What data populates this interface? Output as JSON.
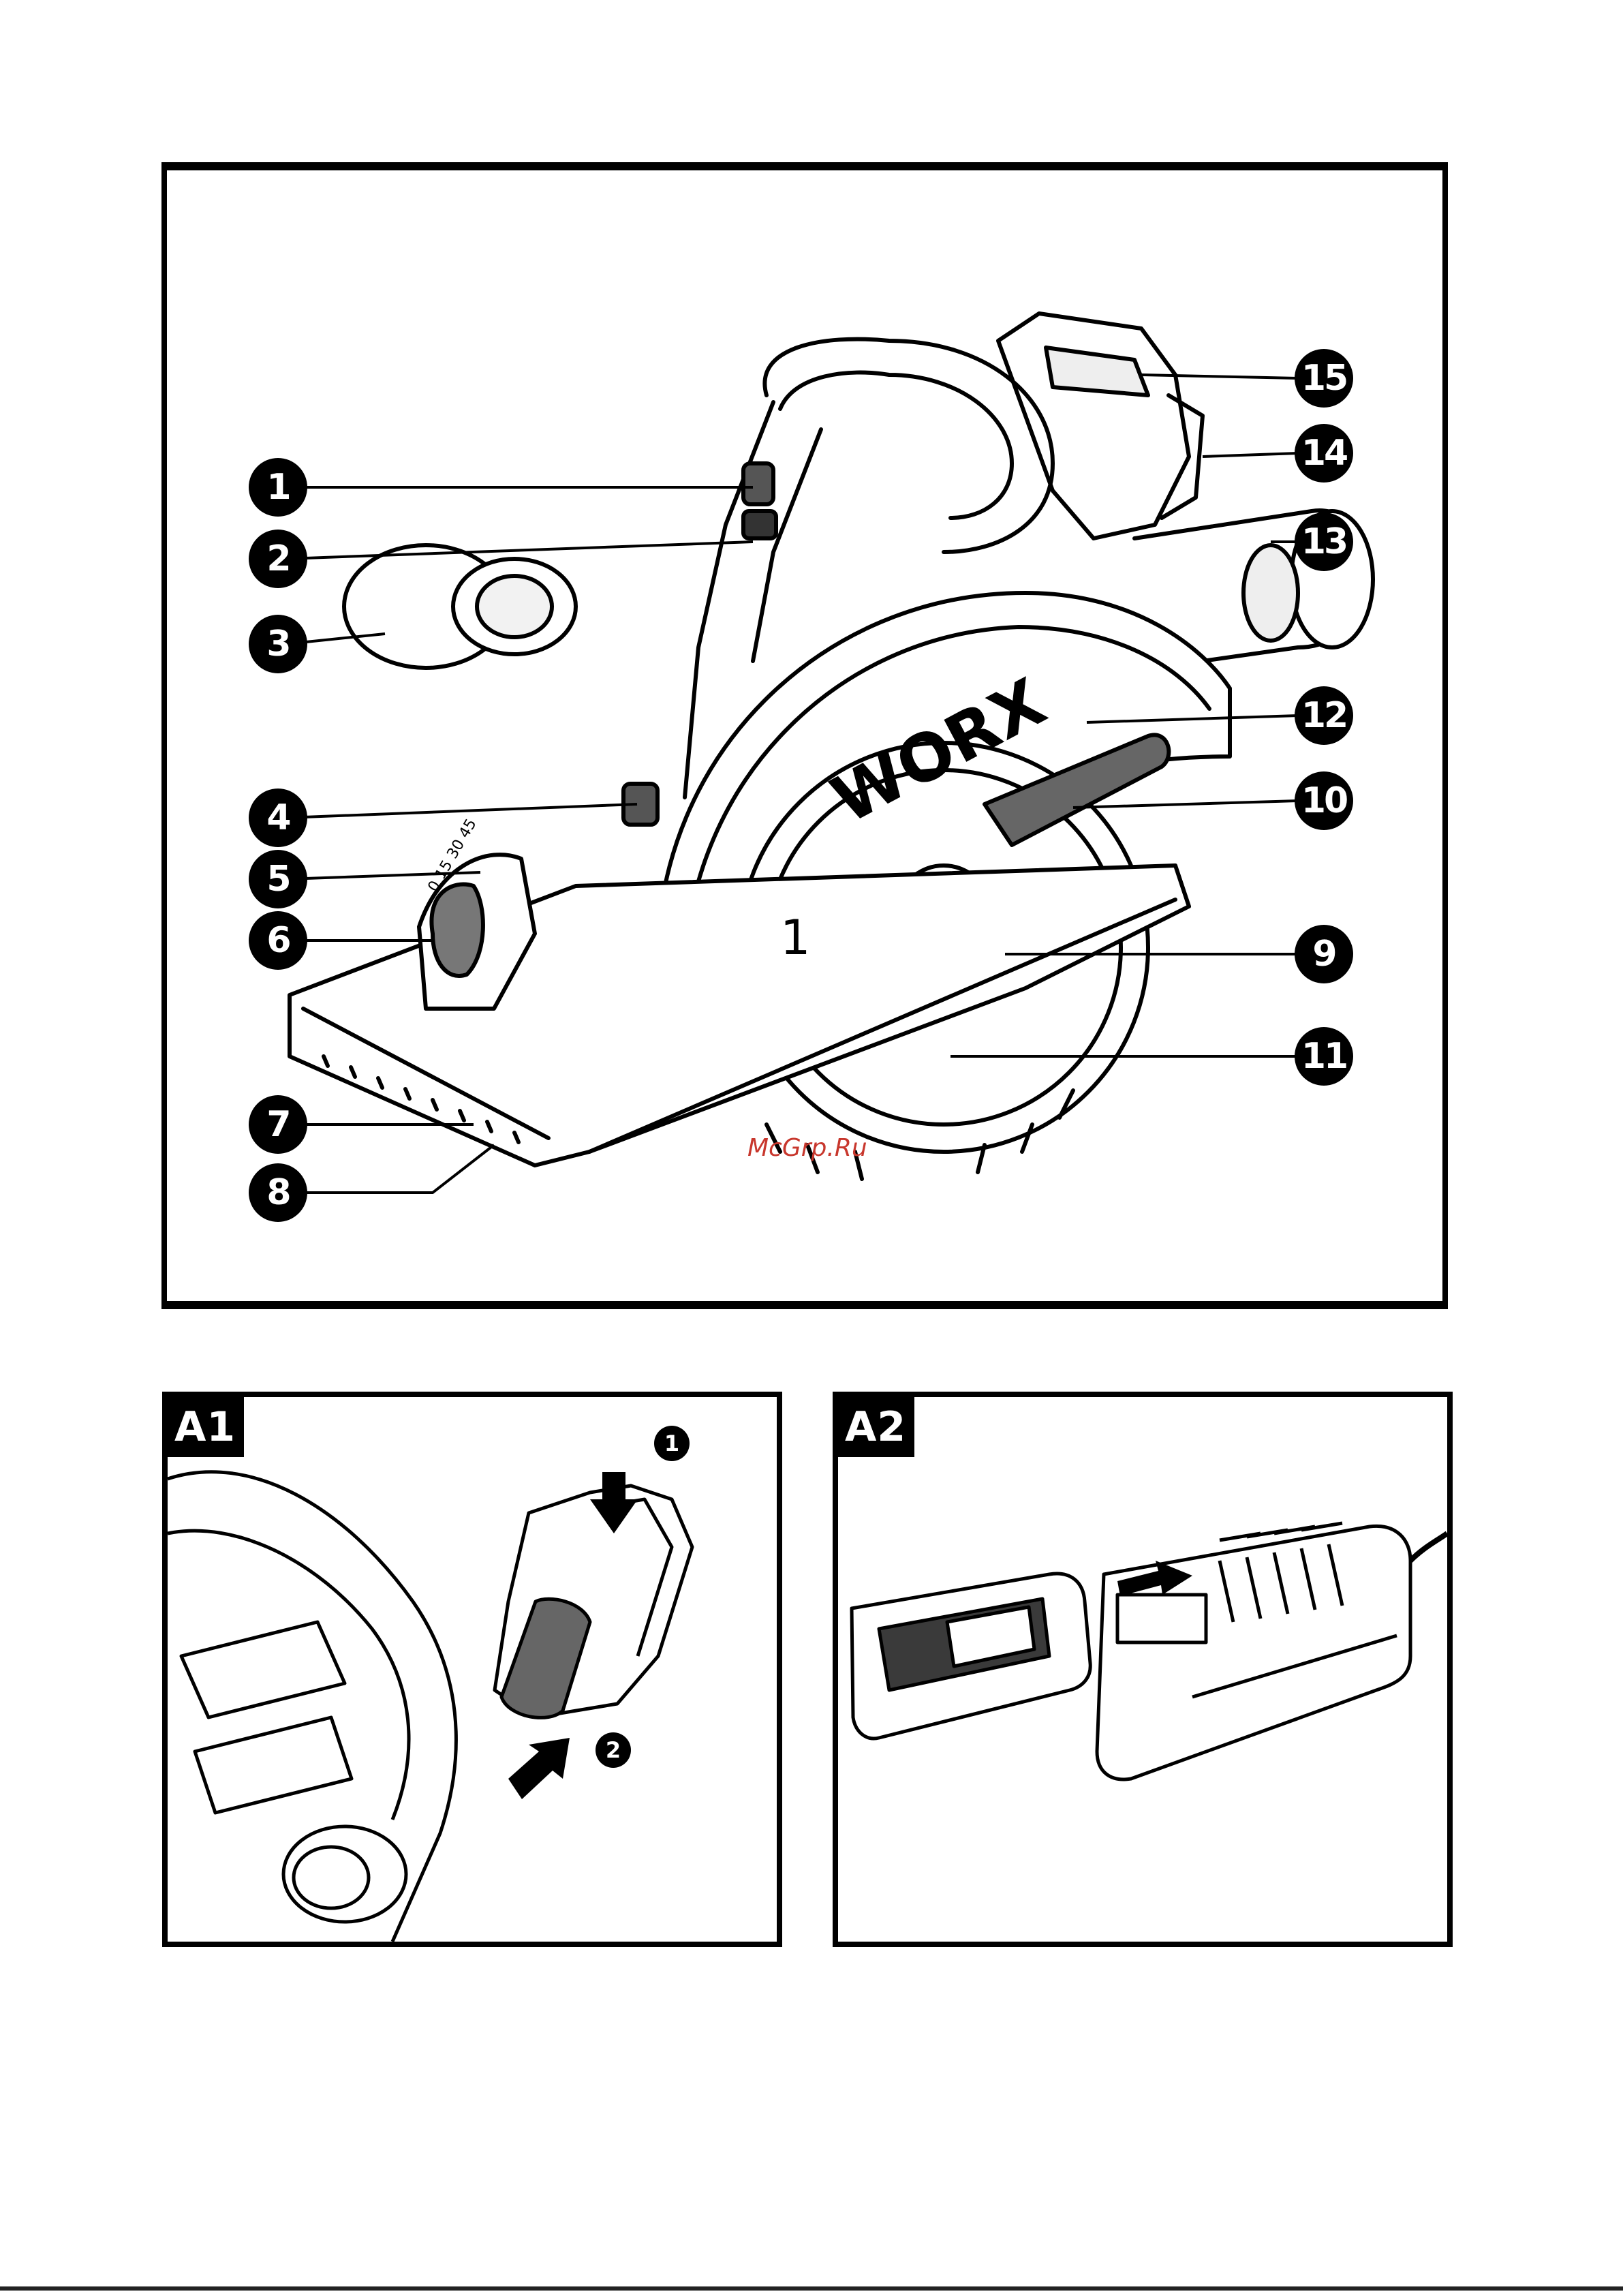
{
  "figure": {
    "callouts": [
      "1",
      "2",
      "3",
      "4",
      "5",
      "6",
      "7",
      "8",
      "9",
      "10",
      "11",
      "12",
      "13",
      "14",
      "15"
    ],
    "brand": "WORX",
    "blade_mark": "1",
    "bevel_scale": "0 15 30 45"
  },
  "panel_a1": {
    "tag": "A1",
    "steps": [
      "1",
      "2"
    ]
  },
  "panel_a2": {
    "tag": "A2"
  },
  "watermark": "McGrp.Ru",
  "colors": {
    "ink": "#000000",
    "paper": "#ffffff",
    "watermark": "#c8372d"
  }
}
